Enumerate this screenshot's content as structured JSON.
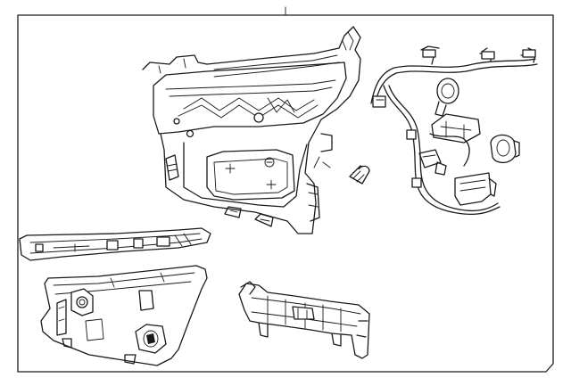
{
  "colors": {
    "line": "#1a1a1a",
    "background": "#ffffff"
  },
  "parts": [
    {
      "id": "headlamp-assembly"
    },
    {
      "id": "wiring-harness"
    },
    {
      "id": "bulb-socket"
    },
    {
      "id": "wedge-bulb"
    },
    {
      "id": "lower-trim-strip"
    },
    {
      "id": "mounting-bracket"
    },
    {
      "id": "support-bracket"
    }
  ]
}
